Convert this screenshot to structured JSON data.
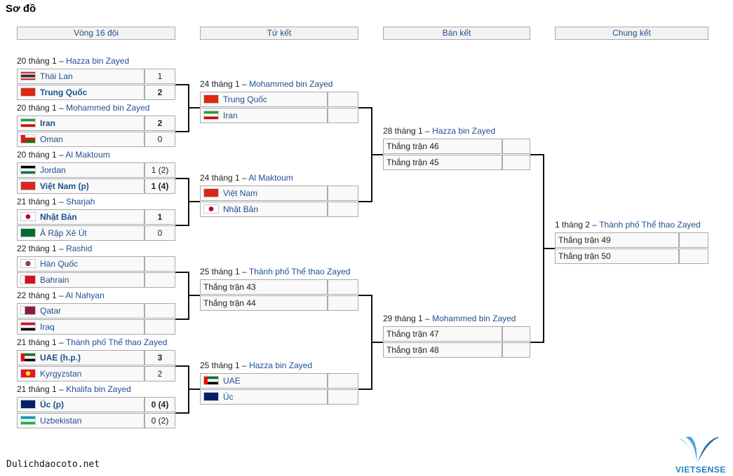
{
  "section_title": "Sơ đồ",
  "round_headers": [
    "Vòng 16 đội",
    "Tứ kết",
    "Bán kết",
    "Chung kết"
  ],
  "r16": [
    {
      "date": "20 tháng 1 –",
      "venue": "Hazza bin Zayed",
      "t1": {
        "name": "Thái Lan",
        "score": "1",
        "flag": "thailand",
        "win": false
      },
      "t2": {
        "name": "Trung Quốc",
        "score": "2",
        "flag": "china",
        "win": true
      }
    },
    {
      "date": "20 tháng 1 –",
      "venue": "Mohammed bin Zayed",
      "t1": {
        "name": "Iran",
        "score": "2",
        "flag": "iran",
        "win": true
      },
      "t2": {
        "name": "Oman",
        "score": "0",
        "flag": "oman",
        "win": false
      }
    },
    {
      "date": "20 tháng 1 –",
      "venue": "Al Maktoum",
      "t1": {
        "name": "Jordan",
        "score": "1 (2)",
        "flag": "jordan",
        "win": false
      },
      "t2": {
        "name": "Việt Nam (p)",
        "score": "1 (4)",
        "flag": "vietnam",
        "win": true
      }
    },
    {
      "date": "21 tháng 1 –",
      "venue": "Sharjah",
      "t1": {
        "name": "Nhật Bản",
        "score": "1",
        "flag": "japan",
        "win": true
      },
      "t2": {
        "name": "Ả Rập Xê Út",
        "score": "0",
        "flag": "saudi",
        "win": false
      }
    },
    {
      "date": "22 tháng 1 –",
      "venue": "Rashid",
      "t1": {
        "name": "Hàn Quốc",
        "score": "",
        "flag": "korea",
        "win": false
      },
      "t2": {
        "name": "Bahrain",
        "score": "",
        "flag": "bahrain",
        "win": false
      }
    },
    {
      "date": "22 tháng 1 –",
      "venue": "Al Nahyan",
      "t1": {
        "name": "Qatar",
        "score": "",
        "flag": "qatar",
        "win": false
      },
      "t2": {
        "name": "Iraq",
        "score": "",
        "flag": "iraq",
        "win": false
      }
    },
    {
      "date": "21 tháng 1 –",
      "venue": "Thành phố Thể thao Zayed",
      "t1": {
        "name": "UAE (h.p.)",
        "score": "3",
        "flag": "uae",
        "win": true
      },
      "t2": {
        "name": "Kyrgyzstan",
        "score": "2",
        "flag": "kyrgyzstan",
        "win": false
      }
    },
    {
      "date": "21 tháng 1 –",
      "venue": "Khalifa bin Zayed",
      "t1": {
        "name": "Úc (p)",
        "score": "0 (4)",
        "flag": "australia",
        "win": true
      },
      "t2": {
        "name": "Uzbekistan",
        "score": "0 (2)",
        "flag": "uzbekistan",
        "win": false
      }
    }
  ],
  "qf": [
    {
      "date": "24 tháng 1 –",
      "venue": "Mohammed bin Zayed",
      "t1": {
        "name": "Trung Quốc",
        "score": "",
        "flag": "china",
        "win": false
      },
      "t2": {
        "name": "Iran",
        "score": "",
        "flag": "iran",
        "win": false
      }
    },
    {
      "date": "24 tháng 1 –",
      "venue": "Al Maktoum",
      "t1": {
        "name": "Việt Nam",
        "score": "",
        "flag": "vietnam",
        "win": false
      },
      "t2": {
        "name": "Nhật Bản",
        "score": "",
        "flag": "japan",
        "win": false
      }
    },
    {
      "date": "25 tháng 1 –",
      "venue": "Thành phố Thể thao Zayed",
      "t1": {
        "name": "Thắng trận 43",
        "score": "",
        "flag": "",
        "win": false
      },
      "t2": {
        "name": "Thắng trận 44",
        "score": "",
        "flag": "",
        "win": false
      }
    },
    {
      "date": "25 tháng 1 –",
      "venue": "Hazza bin Zayed",
      "t1": {
        "name": "UAE",
        "score": "",
        "flag": "uae",
        "win": false
      },
      "t2": {
        "name": "Úc",
        "score": "",
        "flag": "australia",
        "win": false
      }
    }
  ],
  "sf": [
    {
      "date": "28 tháng 1 –",
      "venue": "Hazza bin Zayed",
      "t1": {
        "name": "Thắng trận 46",
        "score": "",
        "flag": "",
        "win": false
      },
      "t2": {
        "name": "Thắng trận 45",
        "score": "",
        "flag": "",
        "win": false
      }
    },
    {
      "date": "29 tháng 1 –",
      "venue": "Mohammed bin Zayed",
      "t1": {
        "name": "Thắng trận 47",
        "score": "",
        "flag": "",
        "win": false
      },
      "t2": {
        "name": "Thắng trận 48",
        "score": "",
        "flag": "",
        "win": false
      }
    }
  ],
  "final": [
    {
      "date": "1 tháng 2 –",
      "venue": "Thành phố Thể thao Zayed",
      "t1": {
        "name": "Thắng trận 49",
        "score": "",
        "flag": "",
        "win": false
      },
      "t2": {
        "name": "Thắng trận 50",
        "score": "",
        "flag": "",
        "win": false
      }
    }
  ],
  "footer_text": "Dulichdaocoto.net",
  "logo_text": "VIETSENSE"
}
